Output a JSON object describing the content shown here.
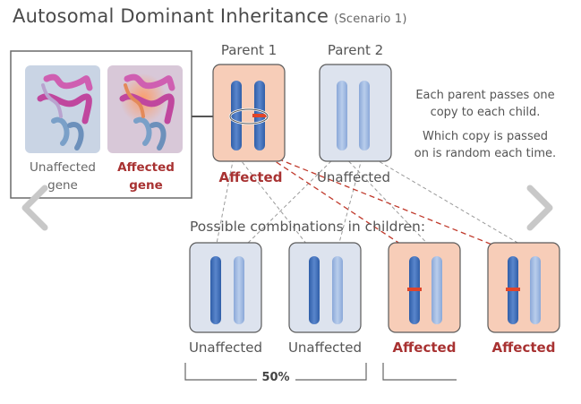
{
  "title": "Autosomal Dominant Inheritance",
  "scenario": "(Scenario 1)",
  "parents": [
    {
      "label": "Parent 1",
      "status": "Affected",
      "affected": true
    },
    {
      "label": "Parent 2",
      "status": "Unaffected",
      "affected": false
    }
  ],
  "description": {
    "line1": "Each parent passes one",
    "line2": "copy to each child.",
    "line3": "Which copy is passed",
    "line4": "on is random each time."
  },
  "inset": {
    "unaffected_label_1": "Unaffected",
    "unaffected_label_2": "gene",
    "affected_label_1": "Affected",
    "affected_label_2": "gene"
  },
  "possible_combinations": "Possible combinations in children:",
  "children": [
    {
      "status": "Unaffected",
      "affected": false
    },
    {
      "status": "Unaffected",
      "affected": false
    },
    {
      "status": "Affected",
      "affected": true
    },
    {
      "status": "Affected",
      "affected": true
    }
  ],
  "percentage": "50%",
  "colors": {
    "affected_box": "#f7cdb8",
    "unaffected_box": "#dde3ee",
    "affected_text": "#a83232",
    "chrom_dark": "#3f6fb8",
    "chrom_light": "#9db8e0",
    "mutation": "#e0452a"
  },
  "icons": {
    "prev": "chevron-left-icon",
    "next": "chevron-right-icon"
  }
}
